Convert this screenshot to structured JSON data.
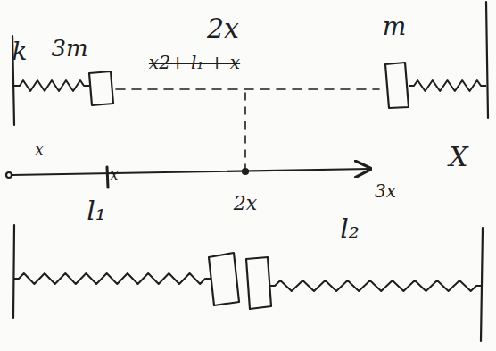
{
  "diagram": {
    "labels": [
      "2x",
      "k",
      "3m",
      "x2+ l₁ + x",
      "m",
      "x",
      "X",
      "x",
      "l₁",
      "2x",
      "3x",
      "l₂"
    ]
  }
}
